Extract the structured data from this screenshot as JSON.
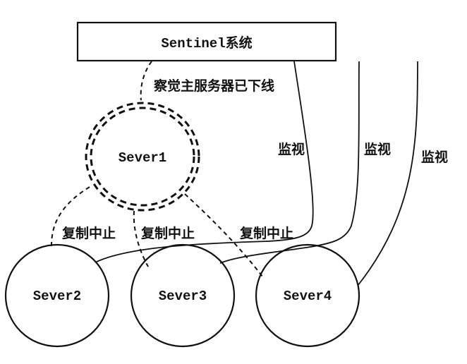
{
  "sentinel": {
    "label": "Sentinel系统"
  },
  "master": {
    "label": "Sever1",
    "status": "offline"
  },
  "detect_label": "察觉主服务器已下线",
  "servers": [
    {
      "id": "sever2",
      "label": "Sever2"
    },
    {
      "id": "sever3",
      "label": "Sever3"
    },
    {
      "id": "sever4",
      "label": "Sever4"
    }
  ],
  "replication_labels": [
    "复制中止",
    "复制中止",
    "复制中止"
  ],
  "monitor_labels": [
    "监视",
    "监视",
    "监视"
  ],
  "colors": {
    "stroke": "#111111",
    "background": "#ffffff"
  }
}
